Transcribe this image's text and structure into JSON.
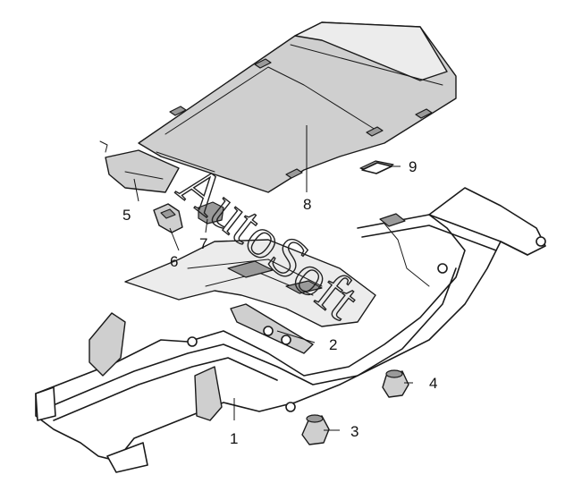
{
  "watermark": {
    "text": "AutoSoft"
  },
  "callouts": [
    {
      "id": "1",
      "label": "1"
    },
    {
      "id": "2",
      "label": "2"
    },
    {
      "id": "3",
      "label": "3"
    },
    {
      "id": "4",
      "label": "4"
    },
    {
      "id": "5",
      "label": "5"
    },
    {
      "id": "6",
      "label": "6"
    },
    {
      "id": "7",
      "label": "7"
    },
    {
      "id": "8",
      "label": "8"
    },
    {
      "id": "9",
      "label": "9"
    }
  ],
  "colors": {
    "ink": "#1a1a1a",
    "shade": "#cfcfcf",
    "background": "#ffffff"
  }
}
